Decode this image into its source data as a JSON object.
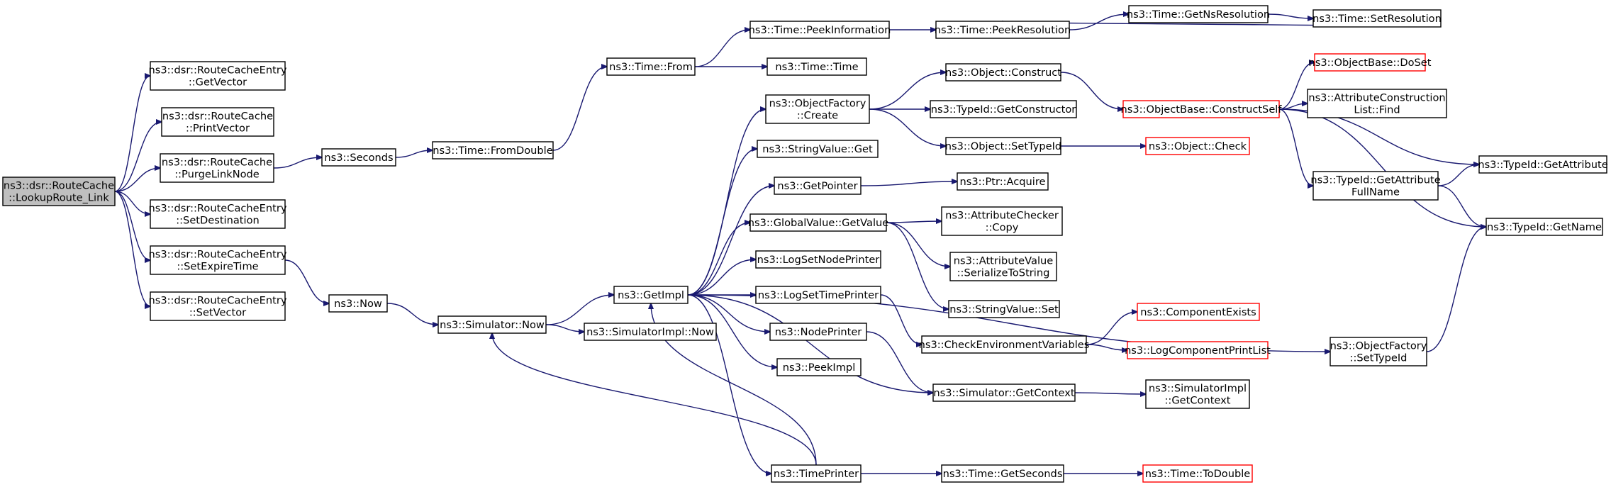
{
  "nodes": [
    {
      "id": "root",
      "lines": [
        "ns3::dsr::RouteCache",
        "::LookupRoute_Link"
      ],
      "style": "root"
    },
    {
      "id": "rce_getvector",
      "lines": [
        "ns3::dsr::RouteCacheEntry",
        "::GetVector"
      ]
    },
    {
      "id": "rc_printvector",
      "lines": [
        "ns3::dsr::RouteCache",
        "::PrintVector"
      ]
    },
    {
      "id": "rc_purgelinknode",
      "lines": [
        "ns3::dsr::RouteCache",
        "::PurgeLinkNode"
      ]
    },
    {
      "id": "rce_setdestination",
      "lines": [
        "ns3::dsr::RouteCacheEntry",
        "::SetDestination"
      ]
    },
    {
      "id": "rce_setexpiretime",
      "lines": [
        "ns3::dsr::RouteCacheEntry",
        "::SetExpireTime"
      ]
    },
    {
      "id": "rce_setvector",
      "lines": [
        "ns3::dsr::RouteCacheEntry",
        "::SetVector"
      ]
    },
    {
      "id": "seconds",
      "lines": [
        "ns3::Seconds"
      ]
    },
    {
      "id": "now",
      "lines": [
        "ns3::Now"
      ]
    },
    {
      "id": "time_fromdouble",
      "lines": [
        "ns3::Time::FromDouble"
      ]
    },
    {
      "id": "sim_now",
      "lines": [
        "ns3::Simulator::Now"
      ]
    },
    {
      "id": "time_from",
      "lines": [
        "ns3::Time::From"
      ]
    },
    {
      "id": "getimpl",
      "lines": [
        "ns3::GetImpl"
      ]
    },
    {
      "id": "simimpl_now",
      "lines": [
        "ns3::SimulatorImpl::Now"
      ]
    },
    {
      "id": "time_peekinfo",
      "lines": [
        "ns3::Time::PeekInformation"
      ]
    },
    {
      "id": "time_time",
      "lines": [
        "ns3::Time::Time"
      ]
    },
    {
      "id": "objfactory_create",
      "lines": [
        "ns3::ObjectFactory",
        "::Create"
      ]
    },
    {
      "id": "stringvalue_get",
      "lines": [
        "ns3::StringValue::Get"
      ]
    },
    {
      "id": "getpointer",
      "lines": [
        "ns3::GetPointer"
      ]
    },
    {
      "id": "globalvalue_getvalue",
      "lines": [
        "ns3::GlobalValue::GetValue"
      ]
    },
    {
      "id": "logsetnodeprinter",
      "lines": [
        "ns3::LogSetNodePrinter"
      ]
    },
    {
      "id": "logsettimeprinter",
      "lines": [
        "ns3::LogSetTimePrinter"
      ]
    },
    {
      "id": "nodeprinter",
      "lines": [
        "ns3::NodePrinter"
      ]
    },
    {
      "id": "peekimpl",
      "lines": [
        "ns3::PeekImpl"
      ]
    },
    {
      "id": "timeprinter",
      "lines": [
        "ns3::TimePrinter"
      ]
    },
    {
      "id": "time_peekresolution",
      "lines": [
        "ns3::Time::PeekResolution"
      ]
    },
    {
      "id": "object_construct",
      "lines": [
        "ns3::Object::Construct"
      ]
    },
    {
      "id": "typeid_getconstructor",
      "lines": [
        "ns3::TypeId::GetConstructor"
      ]
    },
    {
      "id": "object_settypeid",
      "lines": [
        "ns3::Object::SetTypeId"
      ]
    },
    {
      "id": "ptr_acquire",
      "lines": [
        "ns3::Ptr::Acquire"
      ]
    },
    {
      "id": "attrchecker_copy",
      "lines": [
        "ns3::AttributeChecker",
        "::Copy"
      ]
    },
    {
      "id": "attrvalue_serialize",
      "lines": [
        "ns3::AttributeValue",
        "::SerializeToString"
      ]
    },
    {
      "id": "stringvalue_set",
      "lines": [
        "ns3::StringValue::Set"
      ]
    },
    {
      "id": "checkenvvars",
      "lines": [
        "ns3::CheckEnvironmentVariables"
      ]
    },
    {
      "id": "sim_getcontext",
      "lines": [
        "ns3::Simulator::GetContext"
      ]
    },
    {
      "id": "time_getseconds",
      "lines": [
        "ns3::Time::GetSeconds"
      ]
    },
    {
      "id": "time_getnsresolution",
      "lines": [
        "ns3::Time::GetNsResolution"
      ]
    },
    {
      "id": "time_setresolution",
      "lines": [
        "ns3::Time::SetResolution"
      ]
    },
    {
      "id": "objbase_constructself",
      "lines": [
        "ns3::ObjectBase::ConstructSelf"
      ],
      "style": "red"
    },
    {
      "id": "object_check",
      "lines": [
        "ns3::Object::Check"
      ],
      "style": "red"
    },
    {
      "id": "componentexists",
      "lines": [
        "ns3::ComponentExists"
      ],
      "style": "red"
    },
    {
      "id": "logcomponentprintlist",
      "lines": [
        "ns3::LogComponentPrintList"
      ],
      "style": "red"
    },
    {
      "id": "simimpl_getcontext",
      "lines": [
        "ns3::SimulatorImpl",
        "::GetContext"
      ]
    },
    {
      "id": "time_todouble",
      "lines": [
        "ns3::Time::ToDouble"
      ],
      "style": "red"
    },
    {
      "id": "objbase_doset",
      "lines": [
        "ns3::ObjectBase::DoSet"
      ],
      "style": "red"
    },
    {
      "id": "attrconstlist_find",
      "lines": [
        "ns3::AttributeConstruction",
        "List::Find"
      ]
    },
    {
      "id": "typeid_getattrfullname",
      "lines": [
        "ns3::TypeId::GetAttribute",
        "FullName"
      ]
    },
    {
      "id": "objfactory_settypeid",
      "lines": [
        "ns3::ObjectFactory",
        "::SetTypeId"
      ]
    },
    {
      "id": "typeid_getattribute",
      "lines": [
        "ns3::TypeId::GetAttribute"
      ]
    },
    {
      "id": "typeid_getname",
      "lines": [
        "ns3::TypeId::GetName"
      ]
    }
  ],
  "edges": [
    [
      "root",
      "rce_getvector"
    ],
    [
      "root",
      "rc_printvector"
    ],
    [
      "root",
      "rc_purgelinknode"
    ],
    [
      "root",
      "rce_setdestination"
    ],
    [
      "root",
      "rce_setexpiretime"
    ],
    [
      "root",
      "rce_setvector"
    ],
    [
      "rc_purgelinknode",
      "seconds"
    ],
    [
      "seconds",
      "time_fromdouble"
    ],
    [
      "time_fromdouble",
      "time_from"
    ],
    [
      "time_from",
      "time_peekinfo"
    ],
    [
      "time_from",
      "time_time"
    ],
    [
      "time_peekinfo",
      "time_peekresolution"
    ],
    [
      "time_peekresolution",
      "time_getnsresolution"
    ],
    [
      "time_getnsresolution",
      "time_setresolution"
    ],
    [
      "time_setresolution",
      "time_peekresolution"
    ],
    [
      "rce_setexpiretime",
      "now"
    ],
    [
      "now",
      "sim_now"
    ],
    [
      "sim_now",
      "getimpl"
    ],
    [
      "sim_now",
      "simimpl_now"
    ],
    [
      "getimpl",
      "objfactory_create"
    ],
    [
      "getimpl",
      "stringvalue_get"
    ],
    [
      "getimpl",
      "getpointer"
    ],
    [
      "getimpl",
      "globalvalue_getvalue"
    ],
    [
      "getimpl",
      "logsetnodeprinter"
    ],
    [
      "getimpl",
      "logsettimeprinter"
    ],
    [
      "getimpl",
      "nodeprinter"
    ],
    [
      "getimpl",
      "peekimpl"
    ],
    [
      "getimpl",
      "timeprinter"
    ],
    [
      "getimpl",
      "sim_getcontext"
    ],
    [
      "getimpl",
      "objfactory_settypeid"
    ],
    [
      "objfactory_create",
      "object_construct"
    ],
    [
      "objfactory_create",
      "typeid_getconstructor"
    ],
    [
      "objfactory_create",
      "object_settypeid"
    ],
    [
      "object_construct",
      "objbase_constructself"
    ],
    [
      "object_settypeid",
      "object_check"
    ],
    [
      "getpointer",
      "ptr_acquire"
    ],
    [
      "globalvalue_getvalue",
      "attrchecker_copy"
    ],
    [
      "globalvalue_getvalue",
      "attrvalue_serialize"
    ],
    [
      "globalvalue_getvalue",
      "stringvalue_set"
    ],
    [
      "logsettimeprinter",
      "checkenvvars"
    ],
    [
      "nodeprinter",
      "sim_getcontext"
    ],
    [
      "checkenvvars",
      "componentexists"
    ],
    [
      "checkenvvars",
      "logcomponentprintlist"
    ],
    [
      "sim_getcontext",
      "simimpl_getcontext"
    ],
    [
      "timeprinter",
      "time_getseconds"
    ],
    [
      "timeprinter",
      "sim_now"
    ],
    [
      "timeprinter",
      "getimpl"
    ],
    [
      "time_getseconds",
      "time_todouble"
    ],
    [
      "objbase_constructself",
      "objbase_doset"
    ],
    [
      "objbase_constructself",
      "attrconstlist_find"
    ],
    [
      "objbase_constructself",
      "typeid_getattrfullname"
    ],
    [
      "objbase_constructself",
      "typeid_getattribute"
    ],
    [
      "objbase_constructself",
      "typeid_getname"
    ],
    [
      "typeid_getattrfullname",
      "typeid_getattribute"
    ],
    [
      "typeid_getattrfullname",
      "typeid_getname"
    ],
    [
      "objfactory_settypeid",
      "typeid_getname"
    ]
  ]
}
